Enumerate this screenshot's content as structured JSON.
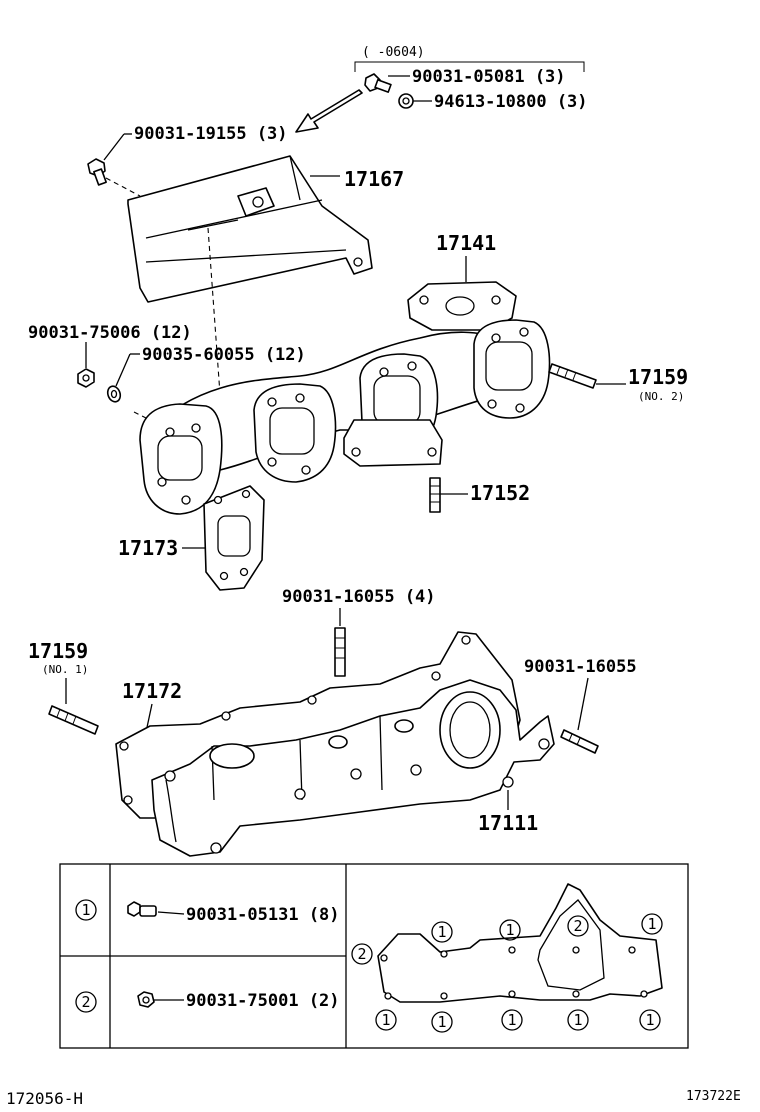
{
  "diagram": {
    "date_range": "(      -0604)",
    "labels": {
      "bolt_05081": "90031-05081 (3)",
      "washer_10800": "94613-10800 (3)",
      "bolt_19155": "90031-19155 (3)",
      "insulator": "17167",
      "gasket_top": "17141",
      "nut_75006": "90031-75006 (12)",
      "washer_60055": "90035-60055 (12)",
      "stud_no2": "17159",
      "stud_no2_sub": "(NO. 2)",
      "stud_17152": "17152",
      "gasket_port": "17173",
      "stud_16055_4": "90031-16055 (4)",
      "stud_no1": "17159",
      "stud_no1_sub": "(NO. 1)",
      "gasket_intake": "17172",
      "stud_16055": "90031-16055",
      "intake_manifold": "17111"
    },
    "legend": {
      "row1_mark": "1",
      "row1_part": "90031-05131 (8)",
      "row2_mark": "2",
      "row2_part": "90031-75001 (2)",
      "map_mark_1": "1",
      "map_mark_2": "2"
    },
    "footer": {
      "left_code": "172056-H",
      "right_code": "173722E"
    }
  }
}
